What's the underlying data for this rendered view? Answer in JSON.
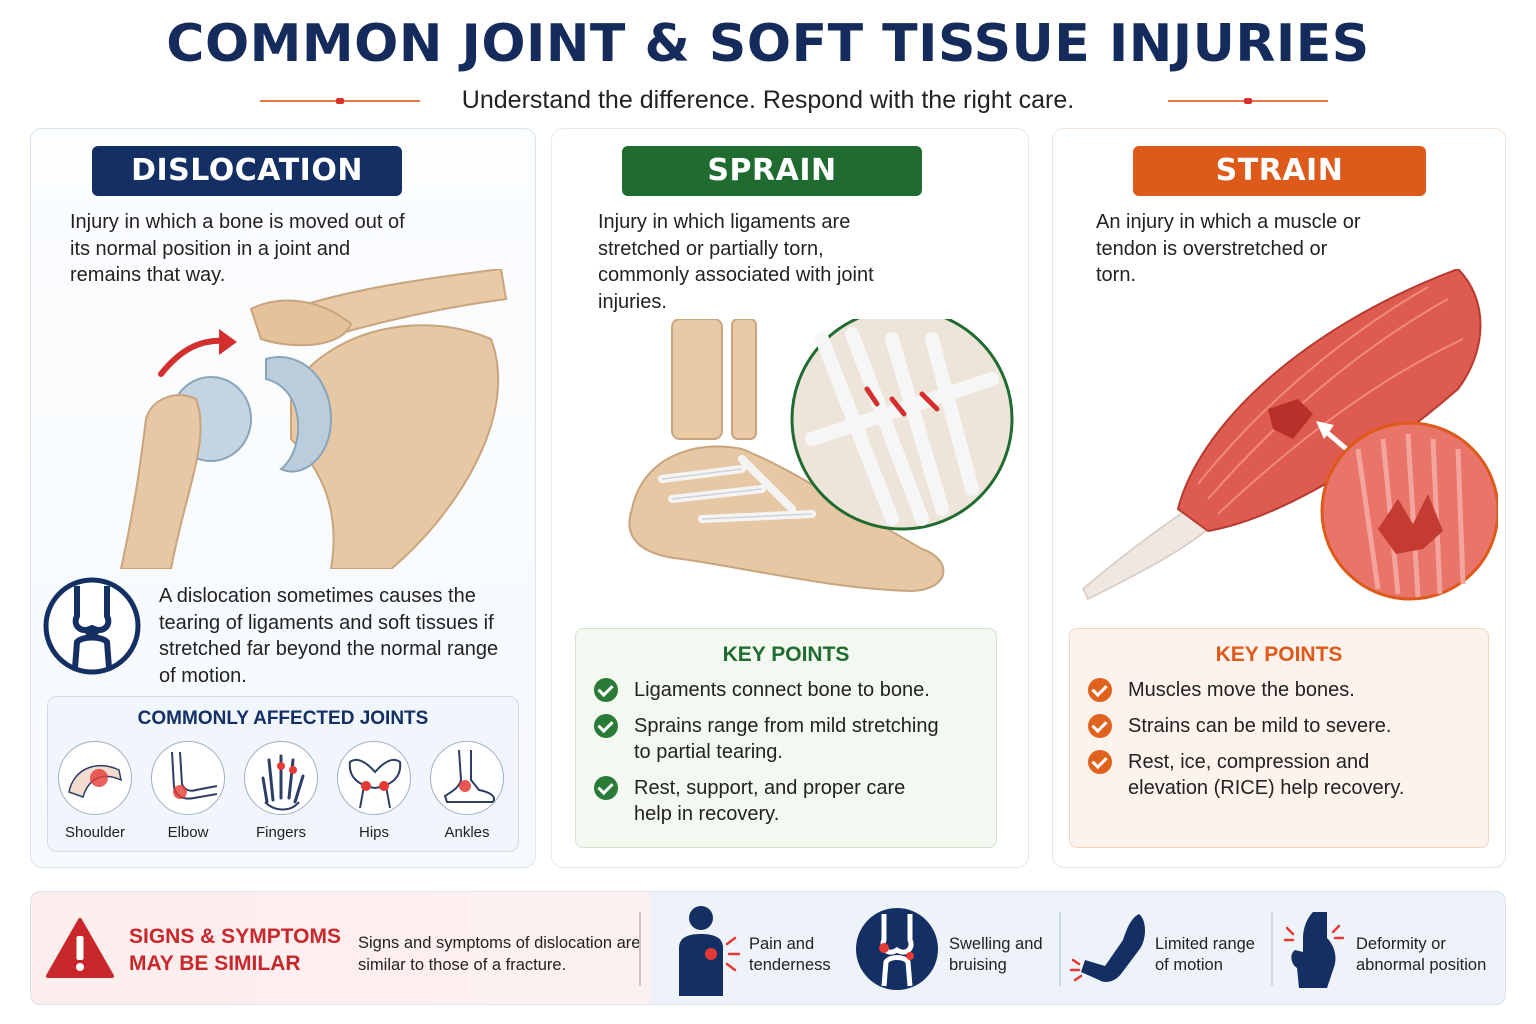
{
  "header": {
    "title": "COMMON JOINT & SOFT TISSUE INJURIES",
    "subtitle": "Understand the difference. Respond with the right care."
  },
  "dislocation": {
    "label": "DISLOCATION",
    "description": "Injury in which a bone is moved out of its normal position in a joint and remains that way.",
    "note": "A dislocation sometimes causes the tearing of ligaments and soft tissues if stretched far beyond the normal range of motion.",
    "joints_title": "COMMONLY AFFECTED JOINTS",
    "joints": [
      "Shoulder",
      "Elbow",
      "Fingers",
      "Hips",
      "Ankles"
    ]
  },
  "sprain": {
    "label": "SPRAIN",
    "description": "Injury in which ligaments are stretched or partially torn, commonly associated with joint injuries.",
    "key_title": "KEY POINTS",
    "key_points": [
      "Ligaments connect bone to bone.",
      "Sprains range from mild stretching to partial tearing.",
      "Rest, support, and proper care help in recovery."
    ]
  },
  "strain": {
    "label": "STRAIN",
    "description": "An injury in which a muscle or tendon is overstretched or torn.",
    "key_title": "KEY POINTS",
    "key_points": [
      "Muscles move the bones.",
      "Strains can be mild to severe.",
      "Rest, ice, compression and elevation (RICE) help recovery."
    ]
  },
  "symptoms": {
    "title": "SIGNS & SYMPTOMS MAY BE SIMILAR",
    "text": "Signs and symptoms of dislocation are similar to those of a fracture.",
    "items": [
      "Pain and tenderness",
      "Swelling and bruising",
      "Limited range of motion",
      "Deformity or abnormal position"
    ]
  },
  "colors": {
    "navy": "#132f63",
    "green": "#1f6b30",
    "orange": "#dd5a1a",
    "red": "#c8282b"
  }
}
